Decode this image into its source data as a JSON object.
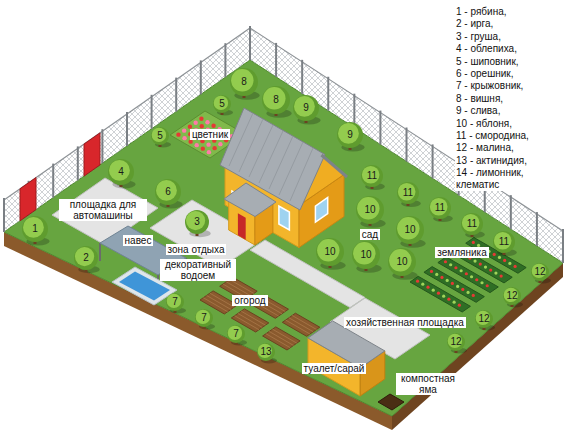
{
  "diagram": {
    "labels": [
      "1 - рябина,",
      "2 - ирга,",
      "3 - груша,",
      "4 - облепиха,",
      "5 - шиповник,",
      "6 - орешник,",
      "7 - крыжовник,",
      "8 - вишня,",
      "9 - слива,",
      "10 - яблоня,",
      "11 - смородина,",
      "12 - малина,",
      "13 - актинидия,",
      "14 - лимонник, клематис",
      "цветник",
      "площадка для автомашины",
      "навес",
      "зона отдыха",
      "декоративный водоем",
      "огород",
      "хозяйственная площадка",
      "туалет/сарай",
      "компостная яма",
      "сад",
      "земляника",
      "8",
      "8",
      "9",
      "5",
      "9",
      "5",
      "4",
      "11",
      "6",
      "11",
      "11",
      "10",
      "3",
      "11",
      "1",
      "10",
      "11",
      "10",
      "10",
      "2",
      "10",
      "12",
      "12",
      "7",
      "7",
      "12",
      "7",
      "12",
      "13"
    ]
  }
}
